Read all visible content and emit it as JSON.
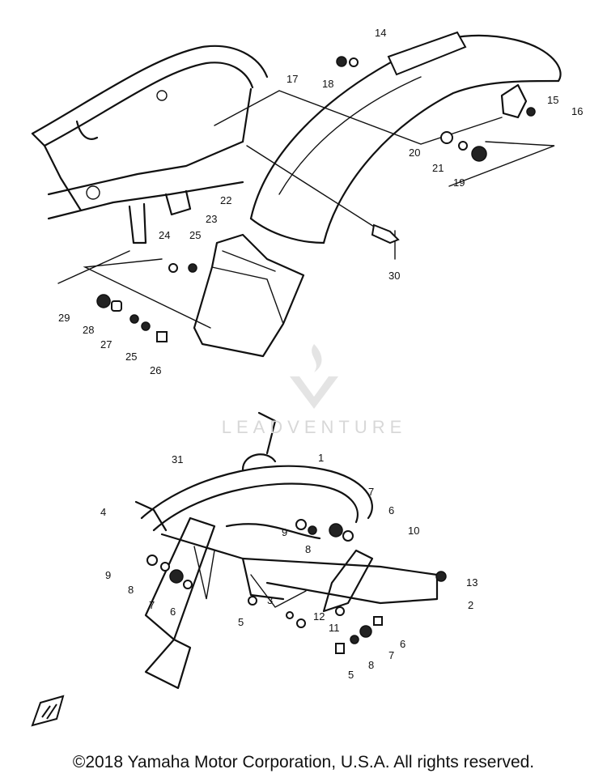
{
  "callouts": {
    "top": [
      "14",
      "17",
      "18",
      "15",
      "16",
      "20",
      "21",
      "19",
      "22",
      "23",
      "24",
      "25",
      "30",
      "29",
      "28",
      "27",
      "25",
      "26"
    ],
    "bottom": [
      "31",
      "1",
      "4",
      "7",
      "6",
      "9",
      "8",
      "10",
      "9",
      "8",
      "7",
      "6",
      "13",
      "5",
      "3",
      "2",
      "12",
      "11",
      "6",
      "7",
      "8",
      "5"
    ]
  },
  "watermark": {
    "text": "LEADVENTURE"
  },
  "copyright": {
    "text": "©2018 Yamaha Motor Corporation, U.S.A. All rights reserved."
  },
  "colors": {
    "line": "#111111",
    "watermark": "#d8d8d8",
    "background": "#ffffff"
  }
}
